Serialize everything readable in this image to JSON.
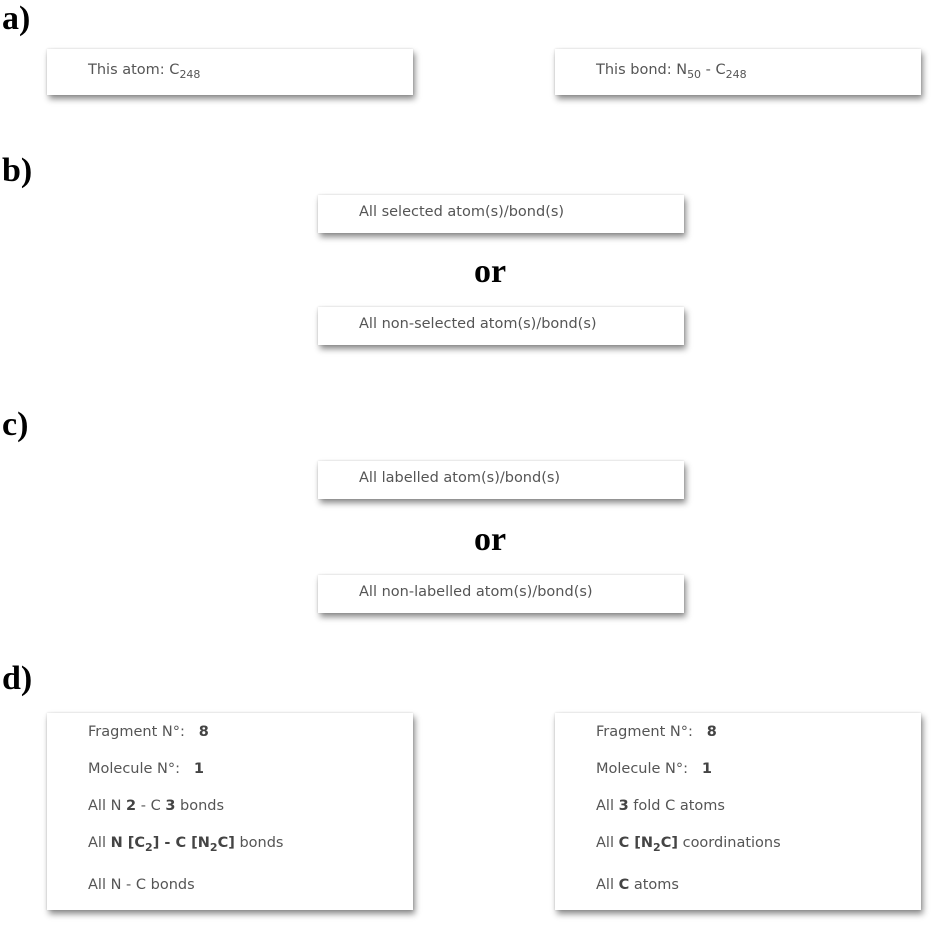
{
  "labels": {
    "a": "a)",
    "b": "b)",
    "c": "c)",
    "d": "d)",
    "or1": "or",
    "or2": "or"
  },
  "menus": [
    {
      "id": "atom-menu",
      "items": [
        [
          {
            "t": "This atom: C"
          },
          {
            "t": "248",
            "sub": true
          }
        ]
      ]
    },
    {
      "id": "bond-menu",
      "items": [
        [
          {
            "t": "This bond: N"
          },
          {
            "t": "50",
            "sub": true
          },
          {
            "t": " - C"
          },
          {
            "t": "248",
            "sub": true
          }
        ]
      ]
    },
    {
      "id": "selected-menu",
      "items": [
        [
          {
            "t": "All selected atom(s)/bond(s)"
          }
        ]
      ]
    },
    {
      "id": "non-selected-menu",
      "items": [
        [
          {
            "t": "All non-selected atom(s)/bond(s)"
          }
        ]
      ]
    },
    {
      "id": "labelled-menu",
      "items": [
        [
          {
            "t": "All labelled atom(s)/bond(s)"
          }
        ]
      ]
    },
    {
      "id": "non-labelled-menu",
      "items": [
        [
          {
            "t": "All non-labelled atom(s)/bond(s)"
          }
        ]
      ]
    },
    {
      "id": "bond-context-menu",
      "items": [
        [
          {
            "t": "Fragment N°:   "
          },
          {
            "t": "8",
            "b": true
          }
        ],
        [
          {
            "t": "Molecule N°:   "
          },
          {
            "t": "1",
            "b": true
          }
        ],
        [
          {
            "t": "All N "
          },
          {
            "t": "2",
            "b": true
          },
          {
            "t": " - C "
          },
          {
            "t": "3",
            "b": true
          },
          {
            "t": " bonds"
          }
        ],
        [
          {
            "t": "All "
          },
          {
            "t": "N [C",
            "b": true
          },
          {
            "t": "2",
            "b": true,
            "sub": true
          },
          {
            "t": "] - C [N",
            "b": true
          },
          {
            "t": "2",
            "b": true,
            "sub": true
          },
          {
            "t": "C]",
            "b": true
          },
          {
            "t": " bonds"
          }
        ],
        [
          {
            "t": "All N - C bonds"
          }
        ]
      ]
    },
    {
      "id": "atom-context-menu",
      "items": [
        [
          {
            "t": "Fragment N°:   "
          },
          {
            "t": "8",
            "b": true
          }
        ],
        [
          {
            "t": "Molecule N°:   "
          },
          {
            "t": "1",
            "b": true
          }
        ],
        [
          {
            "t": "All "
          },
          {
            "t": "3",
            "b": true
          },
          {
            "t": " fold C atoms"
          }
        ],
        [
          {
            "t": "All "
          },
          {
            "t": "C [N",
            "b": true
          },
          {
            "t": "2",
            "b": true,
            "sub": true
          },
          {
            "t": "C]",
            "b": true
          },
          {
            "t": " coordinations"
          }
        ],
        [
          {
            "t": "All "
          },
          {
            "t": "C",
            "b": true
          },
          {
            "t": " atoms"
          }
        ]
      ]
    }
  ]
}
